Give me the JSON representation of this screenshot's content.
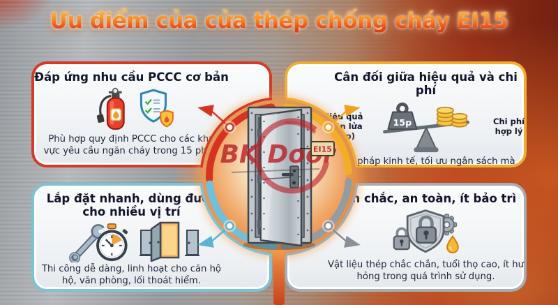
{
  "title": "Ưu điểm của cửa thép chống cháy EI15",
  "center": {
    "logo": "BK Door",
    "door_tag": "EI15"
  },
  "cards": [
    {
      "id": "pccc-basic",
      "title": "Đáp ứng nhu cầu PCCC cơ bản",
      "body": "Phù hợp quy định PCCC cho các khu vực yêu cầu ngăn cháy trong 15 phút.",
      "accent": "#d63a26",
      "icons": [
        "fire-extinguisher-icon",
        "checklist-shield-icon",
        "flame-shield-icon"
      ]
    },
    {
      "id": "cost-balance",
      "title": "Cân đối giữa hiệu quả và chi phí",
      "body": "Giải pháp kinh tế, tối ưu ngân sách mà vẫn đảm bảo an toàn.",
      "accent": "#f0ad33",
      "label_left": "Hiệu quả ngăn lửa (15p)",
      "label_right": "Chi phí hợp lý",
      "weight_label": "15p",
      "icons": [
        "balance-scale-icon",
        "weight-icon",
        "coins-icon"
      ]
    },
    {
      "id": "fast-install",
      "title": "Lắp đặt nhanh, dùng được cho nhiều vị trí",
      "body": "Thi công dễ dàng, linh hoạt cho căn hộ hộ, văn phòng, lối thoát hiểm.",
      "accent": "#7cc3da",
      "icons": [
        "tools-stopwatch-icon",
        "doors-icon"
      ]
    },
    {
      "id": "durable",
      "title": "Bền chắc, an toàn, ít bảo trì",
      "body": "Vật liệu thép chắc chắn, tuổi thọ cao, ít hư hỏng trong quá trình sử dụng.",
      "accent": "#a7adb3",
      "icons": [
        "shield-lock-icon",
        "gear-icon",
        "oil-drop-icon"
      ]
    }
  ],
  "colors": {
    "ring_red": "#d63420",
    "ring_yellow": "#f3ae29",
    "ring_blue": "#6fc0dc",
    "ring_gray": "#949ba1",
    "title_gradient_top": "#ffc14d",
    "title_gradient_bottom": "#dd330f",
    "logo_red": "#b71f25",
    "glow_orange": "#f6a04c"
  }
}
